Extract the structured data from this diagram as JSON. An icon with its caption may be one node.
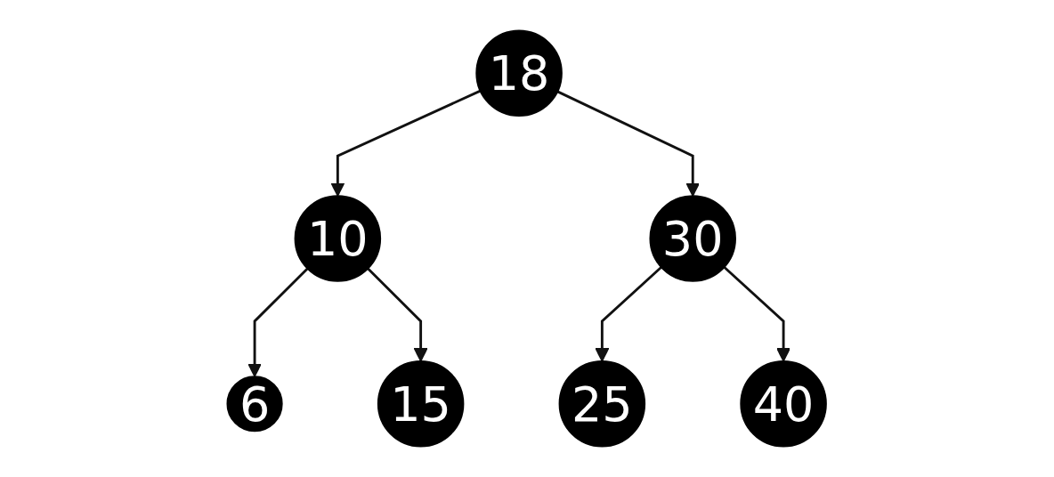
{
  "diagram": {
    "nodes": [
      {
        "text": [
          "18"
        ]
      },
      {
        "text": [
          "10"
        ]
      },
      {
        "text": [
          "30"
        ]
      },
      {
        "text": [
          "6"
        ]
      },
      {
        "text": [
          "15"
        ]
      },
      {
        "text": [
          "25"
        ]
      },
      {
        "text": [
          "40"
        ]
      }
    ],
    "edges": [
      {
        "from": 0,
        "to": 1,
        "arrow": "to"
      },
      {
        "from": 0,
        "to": 2,
        "arrow": "to"
      },
      {
        "from": 1,
        "to": 3,
        "arrow": "to"
      },
      {
        "from": 1,
        "to": 4,
        "arrow": "to"
      },
      {
        "from": 2,
        "to": 5,
        "arrow": "to"
      },
      {
        "from": 2,
        "to": 6,
        "arrow": "to"
      }
    ]
  }
}
